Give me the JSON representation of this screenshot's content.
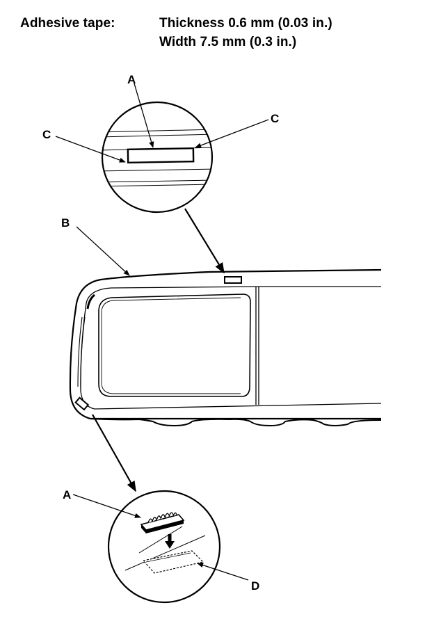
{
  "spec": {
    "label": "Adhesive tape:",
    "thickness": "Thickness 0.6 mm (0.03 in.)",
    "width": "Width 7.5 mm (0.3 in.)"
  },
  "callouts": {
    "a_top": "A",
    "c_left": "C",
    "c_right": "C",
    "b": "B",
    "a_bottom": "A",
    "d": "D"
  }
}
